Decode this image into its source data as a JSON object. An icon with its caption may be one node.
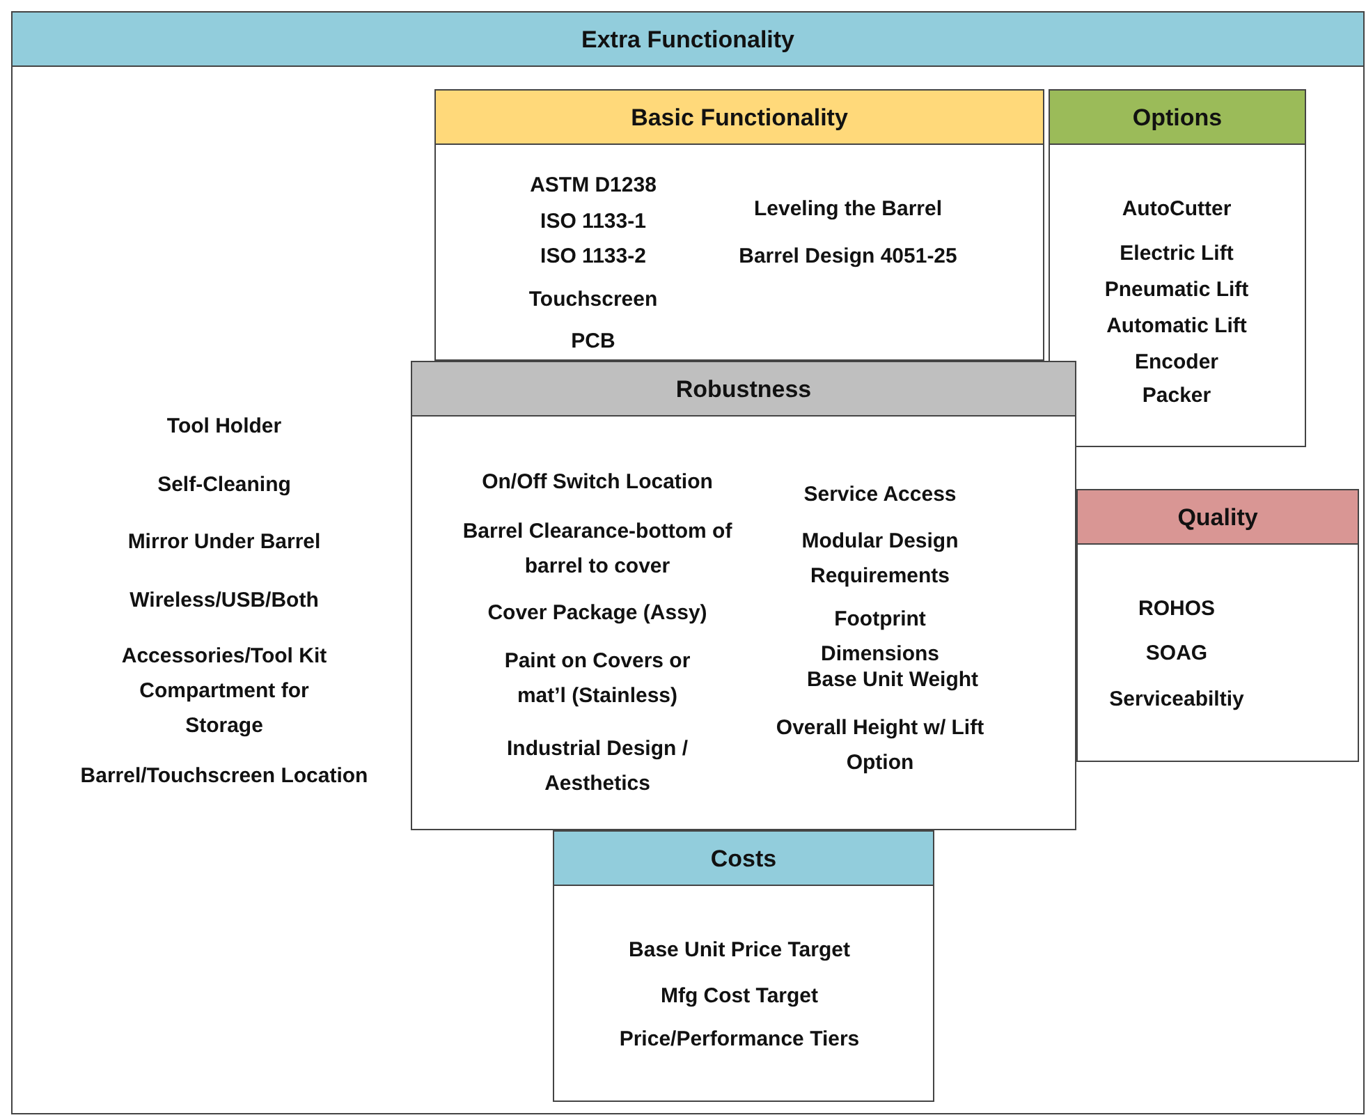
{
  "diagram": {
    "nodes": [
      {
        "text": [
          "Extra Functionality",
          "Tool Holder",
          "Self-Cleaning",
          "Mirror Under Barrel",
          "Wireless/USB/Both",
          "Accessories/Tool Kit Compartment for Storage",
          "Barrel/Touchscreen Location"
        ]
      },
      {
        "text": [
          "Basic Functionality",
          "ASTM D1238",
          "ISO 1133-1",
          "ISO 1133-2",
          "Touchscreen",
          "PCB",
          "Leveling the Barrel",
          "Barrel Design 4051-25"
        ],
        "in": 0
      },
      {
        "text": [
          "Options",
          "AutoCutter",
          "Electric Lift",
          "Pneumatic Lift",
          "Automatic Lift",
          "Encoder",
          "Packer"
        ],
        "in": 0
      },
      {
        "text": [
          "Quality",
          "ROHOS",
          "SOAG",
          "Serviceabiltiy"
        ],
        "in": 0
      },
      {
        "text": [
          "Robustness",
          "On/Off Switch Location",
          "Barrel Clearance-bottom of barrel to cover",
          "Cover Package (Assy)",
          "Paint on Covers or mat’l (Stainless)",
          "Industrial Design / Aesthetics",
          "Service Access",
          "Modular Design Requirements",
          "Footprint Dimensions",
          "Base Unit Weight",
          "Overall Height w/ Lift Option"
        ],
        "in": 0
      },
      {
        "text": [
          "Costs",
          "Base Unit Price Target",
          "Mfg Cost Target",
          "Price/Performance Tiers"
        ],
        "in": 0
      }
    ],
    "edges": []
  }
}
